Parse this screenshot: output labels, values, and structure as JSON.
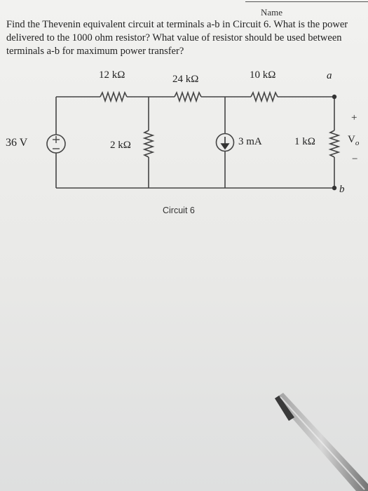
{
  "header": {
    "name_label": "Name"
  },
  "problem_text": "Find the Thevenin equivalent circuit at terminals a-b in Circuit 6. What is the power delivered to the 1000 ohm resistor? What value of resistor should be used between terminals a-b for maximum power transfer?",
  "circuit": {
    "source_voltage": "36 V",
    "r_series_1": "12 kΩ",
    "r_series_2": "24 kΩ",
    "r_series_3": "10 kΩ",
    "r_shunt": "2 kΩ",
    "current_source": "3 mA",
    "r_load": "1 kΩ",
    "terminal_a": "a",
    "terminal_b": "b",
    "plus": "+",
    "minus": "−",
    "vo_label": "V",
    "vo_sub": "o",
    "caption": "Circuit 6"
  }
}
